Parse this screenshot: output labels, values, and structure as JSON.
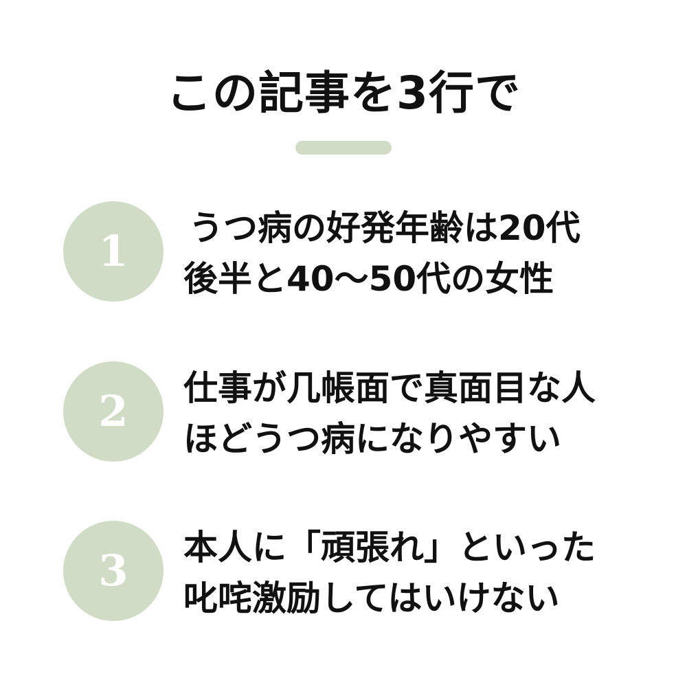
{
  "title": "この記事を3行で",
  "colors": {
    "accent": "#d0dcc6",
    "text": "#111111",
    "background": "#ffffff"
  },
  "items": [
    {
      "number": "1",
      "lines": [
        "うつ病の好発年齢は20代",
        "後半と40～50代の女性"
      ]
    },
    {
      "number": "2",
      "lines": [
        "仕事が几帳面で真面目な人",
        "ほどうつ病になりやすい"
      ]
    },
    {
      "number": "3",
      "lines": [
        "本人に「頑張れ」といった",
        "叱咤激励してはいけない"
      ]
    }
  ]
}
